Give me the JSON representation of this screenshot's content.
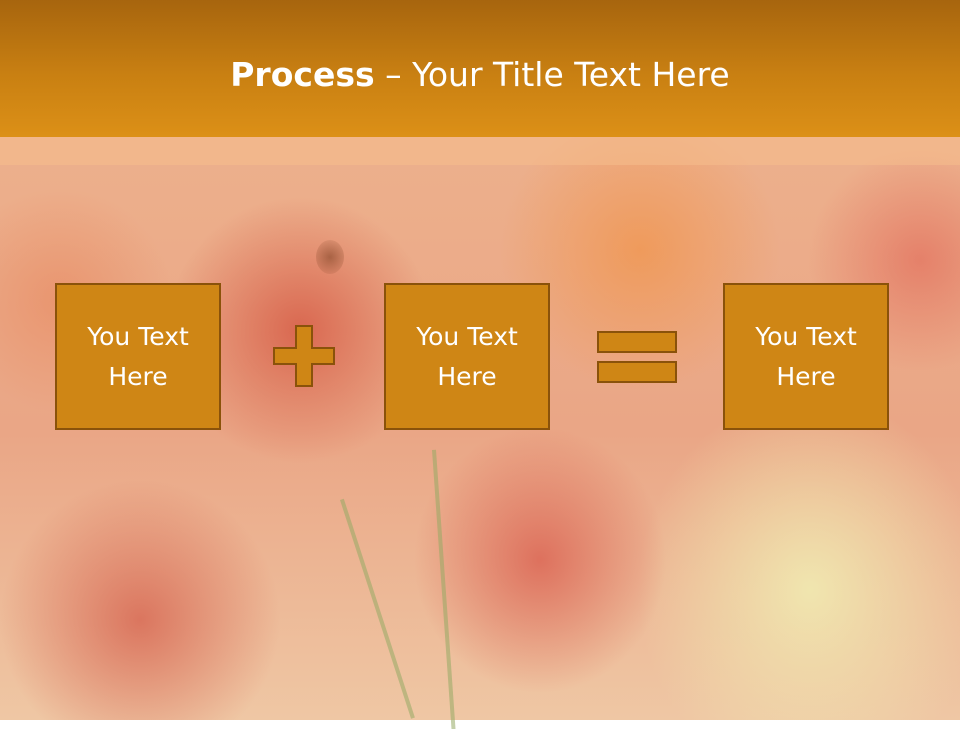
{
  "slide": {
    "title_bold": "Process",
    "title_dash": " – ",
    "title_rest": "Your Title Text Here"
  },
  "boxes": [
    {
      "line1": "You Text",
      "line2": "Here"
    },
    {
      "line1": "You Text",
      "line2": "Here"
    },
    {
      "line1": "You Text",
      "line2": "Here"
    }
  ],
  "operators": {
    "first": "plus-icon",
    "second": "equals-icon"
  },
  "colors": {
    "header": "#c98012",
    "box_fill": "#cf8615",
    "box_border": "#8a520a",
    "text": "#ffffff"
  }
}
